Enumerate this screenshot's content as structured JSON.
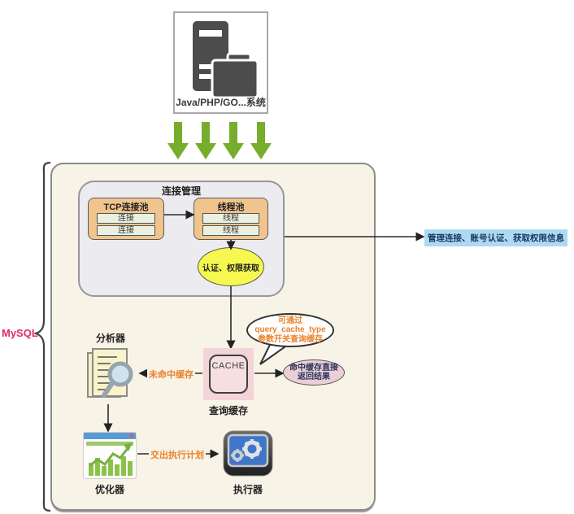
{
  "client": {
    "label": "Java/PHP/GO...系统"
  },
  "mysql": {
    "label": "MySQL"
  },
  "connection_management": {
    "title": "连接管理",
    "tcp_pool": {
      "title": "TCP连接池",
      "rows": [
        "连接",
        "连接"
      ]
    },
    "thread_pool": {
      "title": "线程池",
      "rows": [
        "线程",
        "线程"
      ]
    },
    "auth": "认证、权限获取",
    "note_right": "管理连接、账号认证、获取权限信息"
  },
  "query_cache": {
    "box_label": "CACHE",
    "caption": "查询缓存",
    "bubble": {
      "line1": "可通过",
      "line2": "query_cache_type",
      "line3": "参数开关查询缓存"
    },
    "hit": {
      "line1": "命中缓存直接",
      "line2": "返回结果"
    },
    "miss": "未命中缓存"
  },
  "pipeline": {
    "analyzer": "分析器",
    "optimizer": "优化器",
    "executor": "执行器",
    "handover": "交出执行计划"
  },
  "colors": {
    "mysql_box_bg": "#f8f3e7",
    "mysql_label": "#df2a70",
    "conn_box_bg": "#ececf0",
    "pool_bg": "#f1c48e",
    "pool_row_bg": "#e9f1e1",
    "auth_ellipse_bg": "#f6f84f",
    "cache_bg": "#f3d4d8",
    "hit_ellipse_bg": "#eccfd6",
    "note_bg": "#addaf2",
    "note_text": "#17365d",
    "annotation_orange": "#e8832c",
    "arrow_green": "#76ad2b",
    "line": "#2b2b2b"
  }
}
